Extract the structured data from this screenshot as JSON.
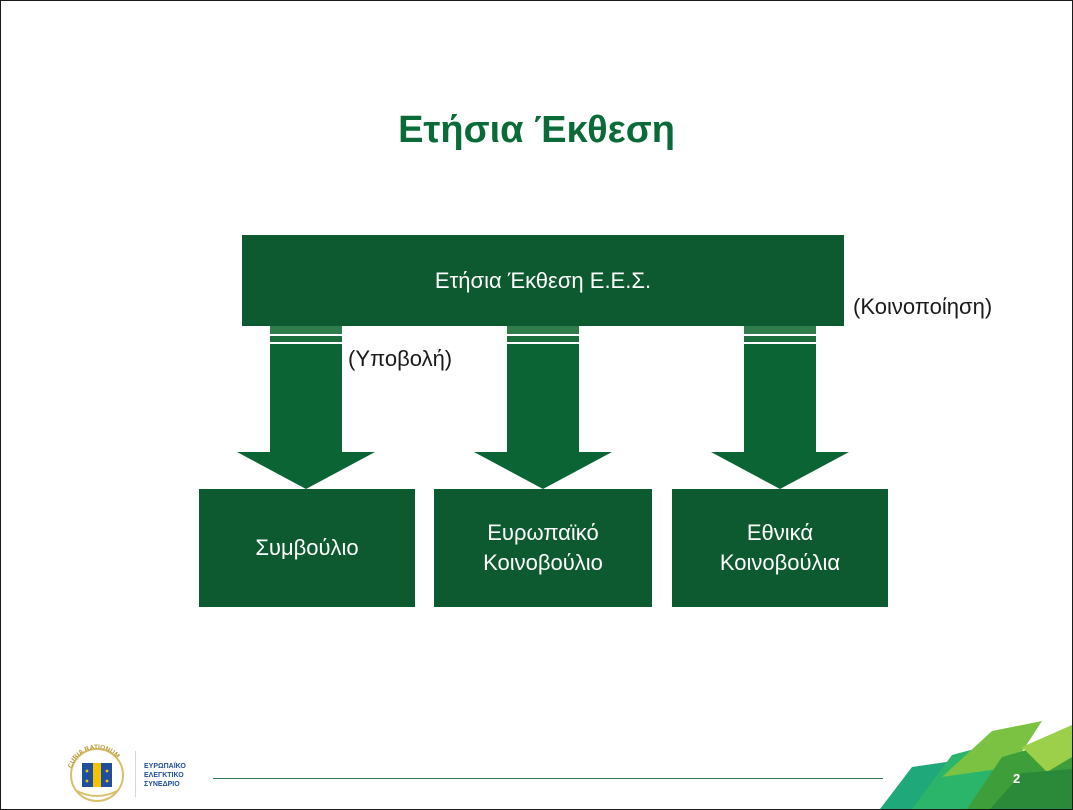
{
  "slide": {
    "title": "Ετήσια Έκθεση",
    "page_number": "2"
  },
  "diagram": {
    "source": "Ετήσια Έκθεση Ε.Ε.Σ.",
    "submission_label": "(Υποβολή)",
    "notification_label": "(Κοινοποίηση)",
    "recipients": [
      {
        "line1": "Συμβούλιο",
        "line2": ""
      },
      {
        "line1": "Ευρωπαϊκό",
        "line2": "Κοινοβούλιο"
      },
      {
        "line1": "Εθνικά",
        "line2": "Κοινοβούλια"
      }
    ],
    "colors": {
      "box": "#0d5a30",
      "arrow": "#0a6434",
      "title": "#0b6b38"
    }
  },
  "footer": {
    "logo_ring_text": "CURIA RATIONUM",
    "org_lines": [
      "ΕΥΡΩΠΑΪΚΟ",
      "ΕΛΕΓΚΤΙΚΟ",
      "ΣΥΝΕΔΡΙΟ"
    ]
  }
}
